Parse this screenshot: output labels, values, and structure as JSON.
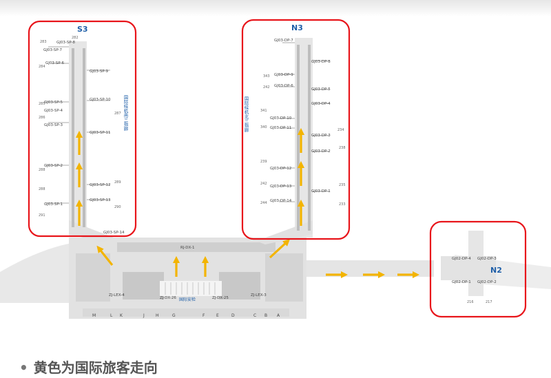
{
  "zones": {
    "s3": "S3",
    "n3": "N3",
    "n2": "N2"
  },
  "vertical_labels": {
    "s3": "国际候机南三指廊",
    "n3": "国际候机北三指廊"
  },
  "s3_gates": [
    "GJ03-SP-8",
    "GJ03-SP-7",
    "GJ03-SP-6",
    "GJ03-SP-9",
    "GJ03-SP-5",
    "GJ03-SP-10",
    "GJ03-SP-4",
    "GJ03-SP-3",
    "GJ03-SP-11",
    "GJ03-SP-2",
    "GJ03-SP-12",
    "GJ03-SP-1",
    "GJ03-SP-13",
    "GJ03-SP-14"
  ],
  "n3_gates": [
    "GJ03-DP-7",
    "GJ03-DP-8",
    "GJ03-DP-9",
    "GJ03-DP-6",
    "GJ03-DP-5",
    "GJ03-DP-4",
    "GJ03-DP-10",
    "GJ03-DP-11",
    "GJ03-DP-3",
    "GJ03-DP-2",
    "GJ03-DP-12",
    "GJ03-DP-13",
    "GJ03-DP-1",
    "GJ03-DP-14"
  ],
  "n2_gates": [
    "GJ02-DP-4",
    "GJ02-DP-3",
    "GJ02-DP-1",
    "GJ02-DP-2"
  ],
  "s3_stands": [
    "283",
    "282",
    "284",
    "285",
    "286",
    "287",
    "288",
    "289",
    "288",
    "290",
    "291"
  ],
  "n3_stands": [
    "343",
    "242",
    "341",
    "340",
    "234",
    "239",
    "238",
    "242",
    "235",
    "244",
    "233"
  ],
  "n2_stands": [
    "216",
    "217"
  ],
  "center": {
    "main": "RJ-DX-1",
    "left": "ZJ-LEX-4",
    "right": "ZJ-LEX-3",
    "gate_l": "ZJ-DX-26",
    "gate_r": "ZJ-DX-25",
    "security": "国际安检"
  },
  "counters": [
    "M",
    "L",
    "K",
    "J",
    "H",
    "G",
    "F",
    "E",
    "D",
    "C",
    "B",
    "A"
  ],
  "caption": {
    "bullet": "•",
    "text": "黄色为国际旅客走向"
  }
}
